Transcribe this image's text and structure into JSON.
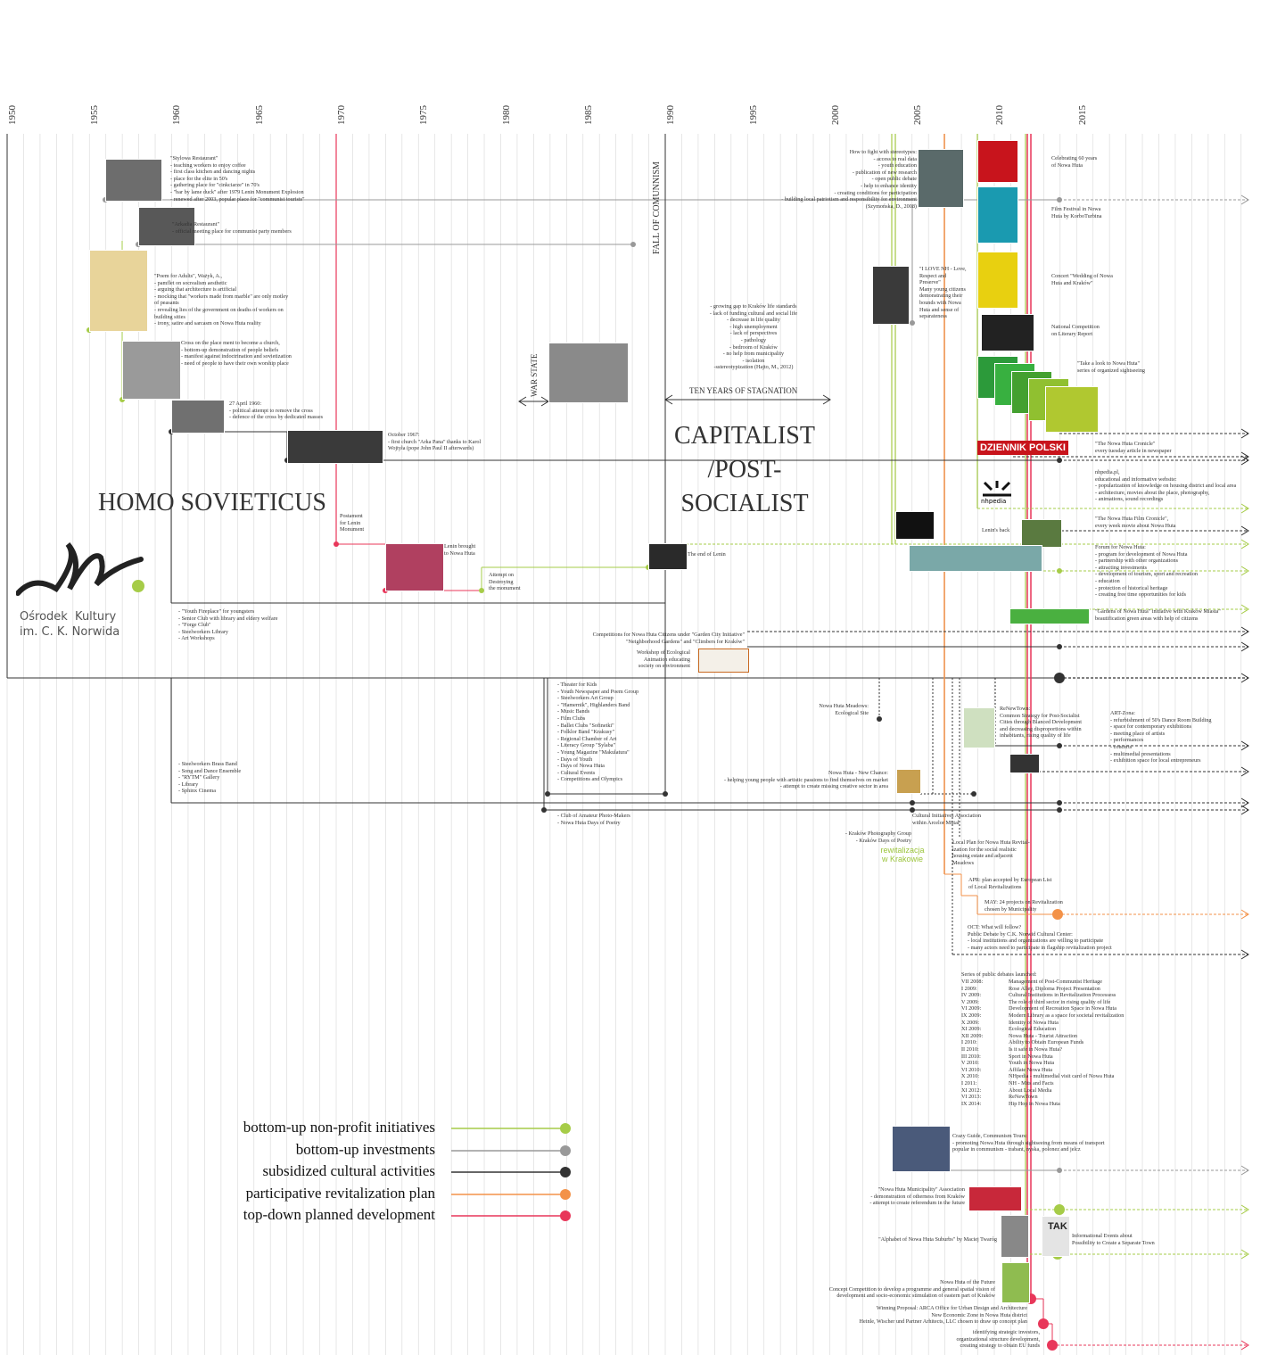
{
  "years": [
    "1950",
    "1955",
    "1960",
    "1965",
    "1970",
    "1975",
    "1980",
    "1985",
    "1990",
    "1995",
    "2000",
    "2005",
    "2010",
    "2015"
  ],
  "eras": {
    "homo": "HOMO SOVIETICUS",
    "capitalist": "CAPITALIST\n/POST-\nSOCIALIST"
  },
  "labels": {
    "fall": "FALL OF COMUNNISM",
    "war": "WAR STATE",
    "stagnation": "TEN YEARS OF STAGNATION"
  },
  "logo": {
    "text": "Ośrodek  Kultury\nim. C. K. Norwida"
  },
  "newspaper": "DZIENNIK POLSKI",
  "legend": [
    {
      "label": "bottom-up non-profit initiatives",
      "color": "#a6cc48"
    },
    {
      "label": "bottom-up investments",
      "color": "#999999"
    },
    {
      "label": "subsidized cultural activities",
      "color": "#333333"
    },
    {
      "label": "participative revitalization plan",
      "color": "#f39248"
    },
    {
      "label": "top-down planned development",
      "color": "#e8375a"
    }
  ],
  "texts": {
    "stylowa": "\"Stylowa Restaurant\"\n- teaching workers to enjoy coffee\n- first class kitchen and dancing nights\n- place for the elite in 50's\n- gathering place for \"cinkciarze\" in 70's\n- \"bar by lame duck\" after 1979 Lenin Monument Explosion\n- renewed after 2003, popular place for \"communist tourists\"",
    "arkadia": "\"Arkadia Restaurant\"\n- official meeting place for communist party members",
    "poem": "\"Poem for Adults\", Ważyk, A.,\n- pamflet on socrealism aesthetic\n- arguing that architecture is artificial\n- mocking that \"workers made from marble\" are only motley\nof peasants\n- revealing lies of the government on deaths of workers on\nbuilding sities\n- irony, satire and sarcasm on Nowa Huta reality",
    "cross": "Cross on the place ment to become a church,\n- bottom-up demonstration of people beliefs\n- manifest against indoctrination and sovietization\n- need of people to have their own worship place",
    "april": "27 April 1960:\n- political attempt to remove the cross\n- defence of the cross by dedicated masses",
    "october": "October 1967:\n- first church \"Arka Pana\" thanks to Karol\nWojtyła (pope John Paul II afterwards)",
    "postament": "Postament\nfor Lenin\nMonument",
    "leninBrought": "Lenin brought\nto Nowa Huta",
    "attempt": "Attempt on\nDestroying\nthe monument",
    "endLenin": "The end of Lenin",
    "stagnationList": "- growing gap to Kraków life standards\n- lack of funding cultural and social life\n- decrease in life quality\n- high unemployment\n- lack of perspectives\n- pathology\n- bedroom of Kraków\n- no help from municipality\n- isolation\n-sstereotypization (Hajto, M., 2012)",
    "stereotypes": "How to fight with stereotypes:\n- access to real data\n- youth education\n- publication of new research\n- open public debate\n- help to enhance identity\n- creating conditions for participation\n- building local patriotism and responsibility for environment\n(Szymońska, D., 2008)",
    "ilove": "\"I LOVE NH - Love,\nRespect and\nPreserve\"\nMany young citizens\ndemonstrating their\nbounds with Nowa\nHuta and sense of\nseparateness",
    "celebrating": "Celebrating 60 years\nof Nowa Huta",
    "filmFestival": "Film Festival in Nowa\nHuta by KorboTurbina",
    "concert": "Concert \"Wedding of Nowa\nHuta and Kraków\"",
    "literary": "National Competition\non Literary Report",
    "lookNH": "\"Take a look to Nowa Huta\"\nseries of organized sightseeing",
    "cronicle": "\"The Nowa Huta Cronicle\"\nevery tuesday article in newspaper",
    "nhpedia": "nhpedia.pl,\neducational and informative website:\n- popularization of knowledge on housing district and local area\n- architecture, movies about the place, photography,\n- animations, sound recordings",
    "filmCronicle": "\"The Nowa Huta Film Cronicle\",\nevery week movie about Nowa Huta",
    "leninsBack": "Lenin's back",
    "forum": "Forum for Nowa Huta:\n- program for development of Nowa Huta\n- partnership with other organizations\n- attracting investments\n- development of tourism, sport and recreation\n- education\n- protection of historical heritage\n- creating free time opportunities for kids",
    "greenAreas": "\"Gardens of Nowa Huta\" initiative with Kraków Miasta\"\nbeautification green areas with help of citizens",
    "youthFireplace": "- \"Youth Fireplace\" for youngsters\n- Senior Club with library and eldery welfare\n- \"Forge Club\"\n- Steelworkers Library\n- Art Workshops",
    "competitions": "Competitions for Nowa Huta Citizens under \"Garden City Initiative\"\n\"Neighborhood Gardens\" and \"Climbers for Kraków\"",
    "workshopEco": "Workshop of Ecological\nAnimation educating\nsociety on environment",
    "theater": "- Theater for Kids\n- Youth Newspaper and Poem Group\n- Steelworkers Art Group\n- \"Hamernik\", Highlanders Band\n- Music Bands\n- Film Clubs\n- Ballet Clubs \"Sofinetki\"\n- Folklor Band \"Krakusy\"\n- Regional Chamber of Art\n- Literacy Group \"Sylaba\"\n- Young Magazine \"Makulatura\"\n- Days of Youth\n- Days of Nowa Huta\n- Cultural Events\n- Competitions and Olympics",
    "brass": "- Steelworkers Brass Band\n- Song and Dance Ensemble\n- \"RYTM\" Gallery\n- Library\n- Sphinx Cinema",
    "meadows": "Nowa Huta Meadows:\nEcological Site",
    "newChance": "Nowa Huta - New Chance:\n- helping young people with artistic passions to find themselves on market\n- attempt to create missing creative sector in area",
    "renewtown": "ReNewTown:\nCommon Strategy for Post-Socialist\nCities through Blanced Development\nand decreasing disproportions within\ninhabitants, rising quality of life",
    "artzona": "ART-Zona:\n- refurbishment of 50's Dance Room Building\n- space for contemporary exhibitions\n- meeting place of artists\n- performances\n- concerts\n- multimedial presentations\n- exhibition space for local entrepreneurs",
    "photoMakers": "- Club of Amateur Photo-Makers\n- Nowa Huta Days of Poetry",
    "arcelor": "Cultural Initiatives Association\nwithin Arcelor Mittal",
    "photoGroup": "- Kraków Photography Group\n- Kraków Days of Poetry",
    "localPlan": "Local Plan for Nowa Huta Revital-\nization for the social realistic\nhousing estate and adjacent\nMeadows",
    "apr": "APR: plan accepted by European List\nof Local Revitalizations",
    "may": "MAY: 24 projects on Revitalization\nchosen by Municipality",
    "oct": "OCT: What will follow?\nPublic Debate by C.K. Norwid Cultural Center:\n- local institutions and organizations are willing to participate\n- many actors need to participate in flagship revitalization project",
    "debatesHeader": "Series of public debates launched:",
    "debatesDates": "VII 2008:\nI 2009:\nIV 2009:\nV 2009:\nVI 2009:\nIX 2009:\nX 2009:\nXI 2009:\nXII 2009:\nI 2010:\nII 2010:\nIII 2010:\nV 2010:\nVI 2010:\nX 2010:\nI 2011:\nXI 2012:\nVI 2013:\nIX 2014:",
    "debatesTopics": "Management of Post-Communist Heritage\nRose Alley, Diploma Project Presentation\nCultural Institutions in Revitalization Processess\nThe role of third sector in rising quality of life\nDevelopment of Recreation Space in Nowa Huta\nModern Library as a space for societal revitalization\nIdentity of Nowa Huta\nEcological Education\nNowa Huta - Tourist Attraction\nAbility to Obtain European Funds\nIs it safe in Nowa Huta?\nSport in Nowa Huta\nYouth in Nowa Huta\nAffilate Nowa Huta\nNHpedia - multimedial visit card of Nowa Huta\nNH - Mits and Facts\nAbout Local Media\nReNewTown\nHip Hop in Nowa Huta",
    "crazyGuide": "Crazy Guide, Communism Tours:\n- promoting Nowa Huta through sightseeing from means of transport\npopular in communism - trabant, nyska, polonez and jelcz",
    "municipality": "\"Nowa Huta Municipality\" Association\n- demonstration of otherness from Kraków\n- attempt to create referendum in the future",
    "alphabet": "\"Alphabet of Nowa Huta Suburbs\" by Maciej Twaróg",
    "informational": "Informational Events about\nPossibility to Create a Separate Town",
    "future": "Nowa Huta of the Future\nConcept Competition to develop a programme and general spatial vision of\ndevelopment and socio-economic stimulation of eastern part of Kraków",
    "winning": "Winning Proposal: ARCA Office for Urban Design and Architecture\nNew Economic Zone in Nowa Huta district\nHeinle, Wischer und Partner Arhitects, LLC chosen to draw up concept plan",
    "investors": "identifying strategic investors,\norganizational structure development,\ncreating strategy to obtain EU funds",
    "revitalizacja": "rewitalizacja\nw Krakowie",
    "tak": "TAK"
  }
}
